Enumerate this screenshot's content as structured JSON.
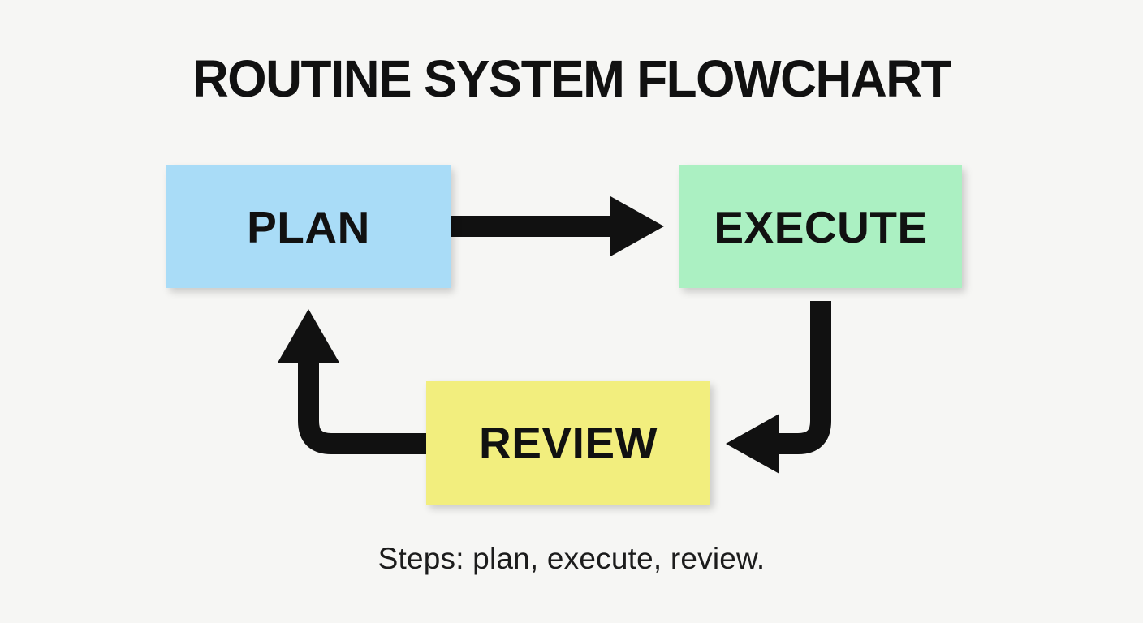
{
  "page": {
    "title": "ROUTINE SYSTEM FLOWCHART",
    "caption": "Steps: plan, execute, review.",
    "background_color": "#f6f6f4",
    "text_color": "#111111"
  },
  "diagram": {
    "type": "flowchart",
    "arrow_color": "#111111",
    "nodes": [
      {
        "id": "plan",
        "label": "PLAN",
        "fill": "#a9dcf7"
      },
      {
        "id": "execute",
        "label": "EXECUTE",
        "fill": "#abf0c2"
      },
      {
        "id": "review",
        "label": "REVIEW",
        "fill": "#f2ee7e"
      }
    ],
    "edges": [
      {
        "from": "plan",
        "to": "execute",
        "shape": "straight-right"
      },
      {
        "from": "execute",
        "to": "review",
        "shape": "elbow-down-left"
      },
      {
        "from": "review",
        "to": "plan",
        "shape": "elbow-left-up"
      }
    ]
  }
}
